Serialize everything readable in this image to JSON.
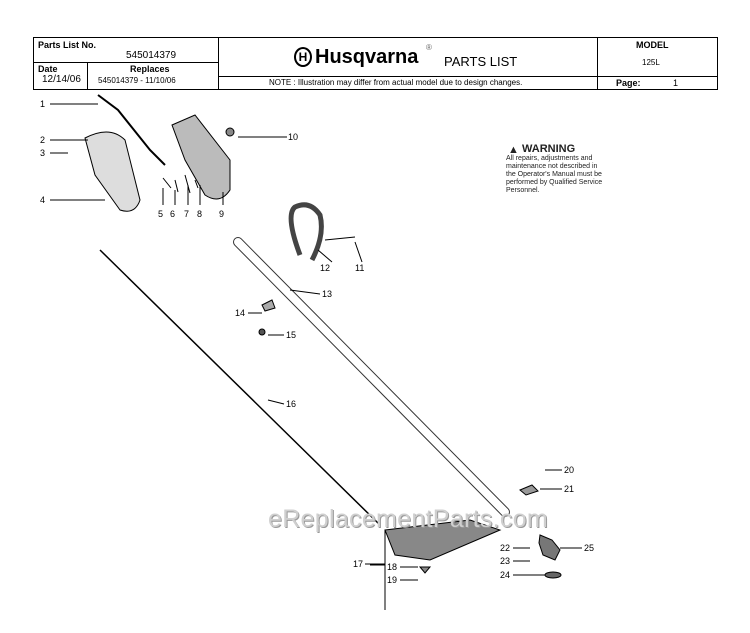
{
  "header": {
    "parts_list_no_label": "Parts List No.",
    "parts_list_no": "545014379",
    "date_label": "Date",
    "date": "12/14/06",
    "replaces_label": "Replaces",
    "replaces": "545014379 - 11/10/06",
    "brand": "Husqvarna",
    "registered": "®",
    "title": "PARTS LIST",
    "note": "NOTE : Illustration may differ from actual model due to design changes.",
    "model_label": "MODEL",
    "model": "125L",
    "page_label": "Page:",
    "page": "1"
  },
  "warning": {
    "title": "WARNING",
    "lines": [
      "All repairs, adjustments and",
      "maintenance not described in",
      "the Operator's Manual must be",
      "performed by Qualified Service",
      "Personnel."
    ]
  },
  "callouts": [
    "1",
    "2",
    "3",
    "4",
    "5",
    "6",
    "7",
    "8",
    "9",
    "10",
    "11",
    "12",
    "13",
    "14",
    "15",
    "16",
    "17",
    "18",
    "19",
    "20",
    "21",
    "22",
    "23",
    "24",
    "25"
  ],
  "watermark": "eReplacementParts.com"
}
